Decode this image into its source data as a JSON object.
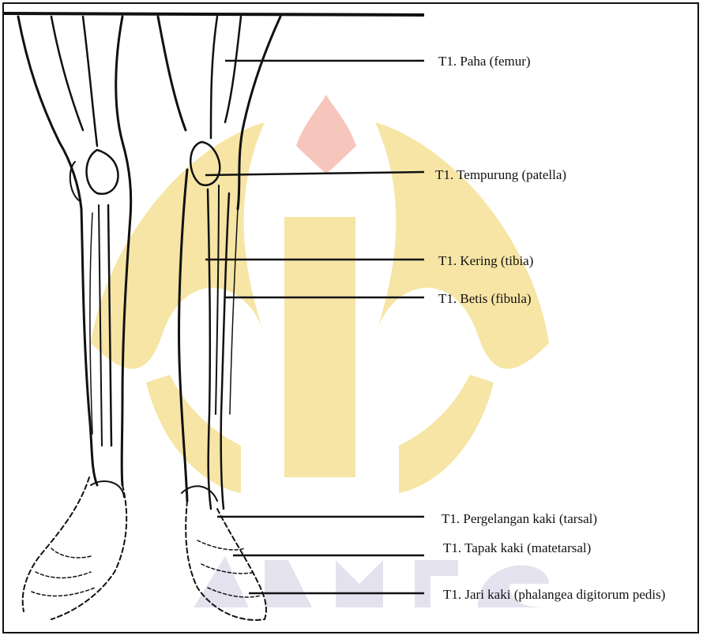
{
  "labels": [
    {
      "id": "femur",
      "text": "T1. Paha (femur)"
    },
    {
      "id": "patella",
      "text": "T1. Tempurung (patella)"
    },
    {
      "id": "tibia",
      "text": "T1. Kering (tibia)"
    },
    {
      "id": "fibula",
      "text": "T1. Betis (fibula)"
    },
    {
      "id": "tarsal",
      "text": "T1. Pergelangan kaki (tarsal)"
    },
    {
      "id": "metatarsal",
      "text": "T1. Tapak kaki (matetarsal)"
    },
    {
      "id": "phalanges",
      "text": "T1. Jari kaki (phalangea digitorum pedis)"
    }
  ],
  "watermark": {
    "color": "#f1d97a",
    "accent": "#f0a8a0",
    "text_color": "#c9c3dc"
  }
}
